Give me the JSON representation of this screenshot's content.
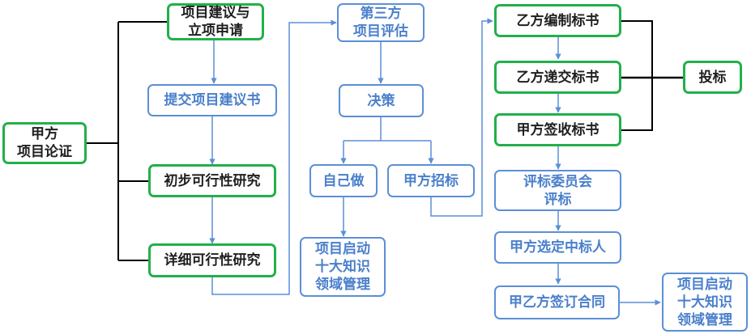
{
  "colors": {
    "green": "#22b04b",
    "blue": "#5b8fd6",
    "blue_text": "#4a7fcb",
    "black": "#000000"
  },
  "nodes": {
    "party_a_demonstration": "甲方\n项目论证",
    "proposal_and_approval": "项目建议与\n立项申请",
    "submit_proposal": "提交项目建议书",
    "preliminary_feasibility": "初步可行性研究",
    "detailed_feasibility": "详细可行性研究",
    "third_party_evaluation": "第三方\n项目评估",
    "decision": "决策",
    "do_it_ourselves": "自己做",
    "party_a_tender": "甲方招标",
    "kickoff_left": "项目启动\n十大知识\n领域管理",
    "party_b_prepare_bid": "乙方编制标书",
    "party_b_submit_bid": "乙方递交标书",
    "party_a_receive_bid": "甲方签收标书",
    "bidding": "投标",
    "evaluation_committee": "评标委员会\n评标",
    "party_a_select_winner": "甲方选定中标人",
    "sign_contract": "甲乙方签订合同",
    "kickoff_right": "项目启动\n十大知识\n领域管理"
  }
}
